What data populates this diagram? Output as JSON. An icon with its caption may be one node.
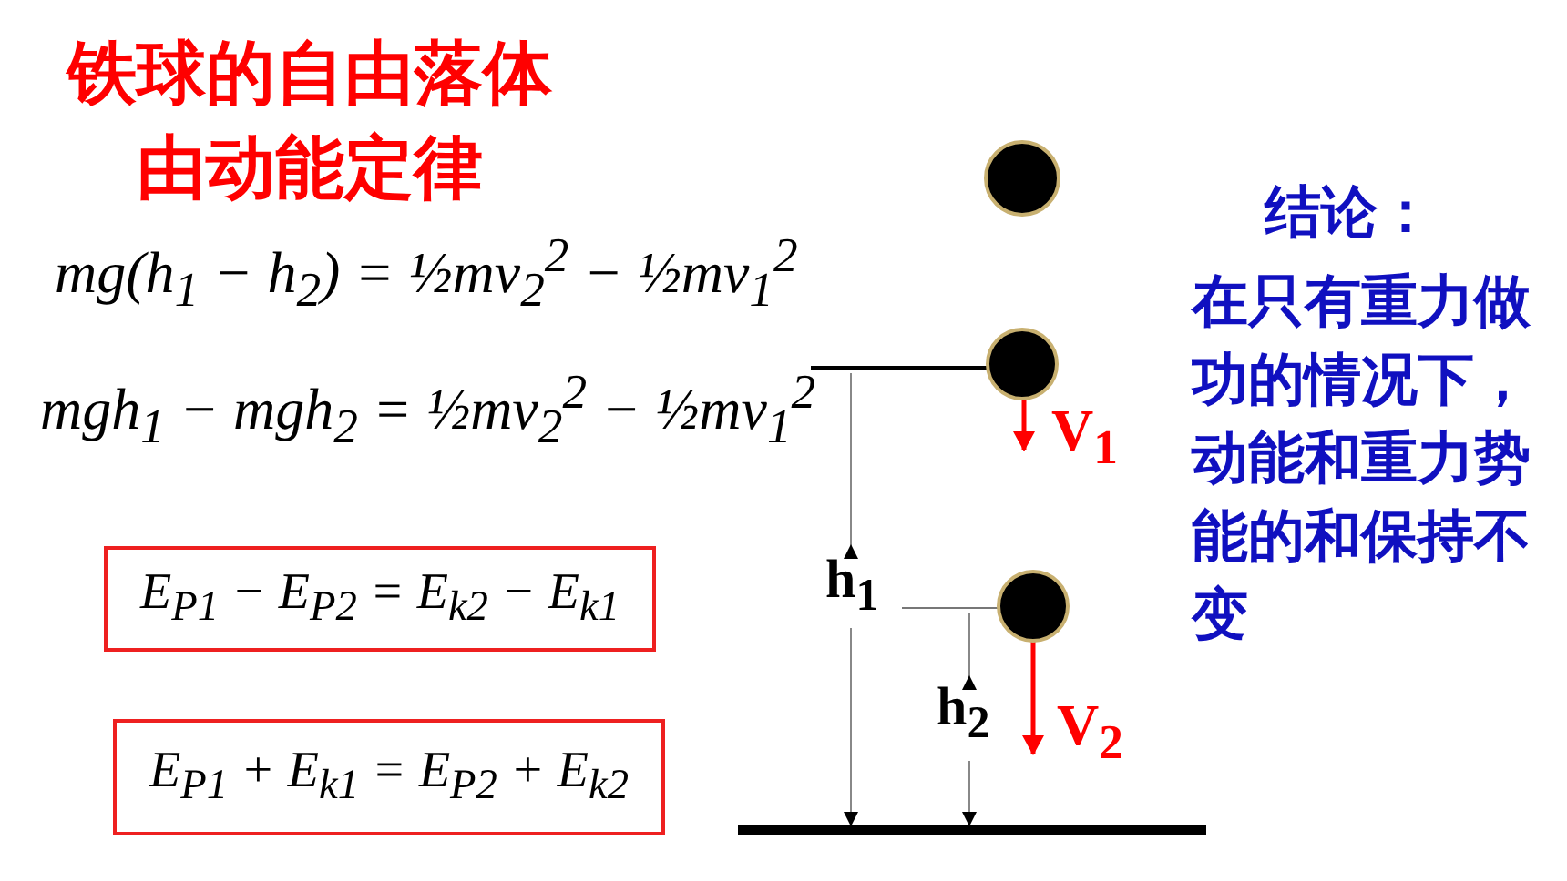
{
  "diagram": {
    "title": "铁球的自由落体由动能定律",
    "nodes": [
      {
        "text": [
          "E$_{P1}$ − E$_{P2}$ = E$_{k2}$ − E$_{k1}$"
        ]
      },
      {
        "text": [
          "E$_{P1}$ + E$_{k1}$ = E$_{P2}$ + E$_{k2}$"
        ]
      },
      {
        "text": [],
        "shape": "circle"
      },
      {
        "text": [],
        "shape": "circle"
      },
      {
        "text": [],
        "shape": "circle"
      }
    ],
    "labels": [
      "mg(h$_{1}$ − h$_{2}$) = ½mv$_{2}$$^{2}$ − ½mv$_{1}$$^{2}$",
      "mgh$_{1}$ − mgh$_{2}$ = ½mv$_{2}$$^{2}$ − ½mv$_{1}$$^{2}$",
      "V$_{1}$",
      "h$_{1}$",
      "h$_{2}$",
      "V$_{2}$",
      "结论：",
      "在只有**重力**做功的情况下，动能和重力势能的和保持不变"
    ]
  }
}
